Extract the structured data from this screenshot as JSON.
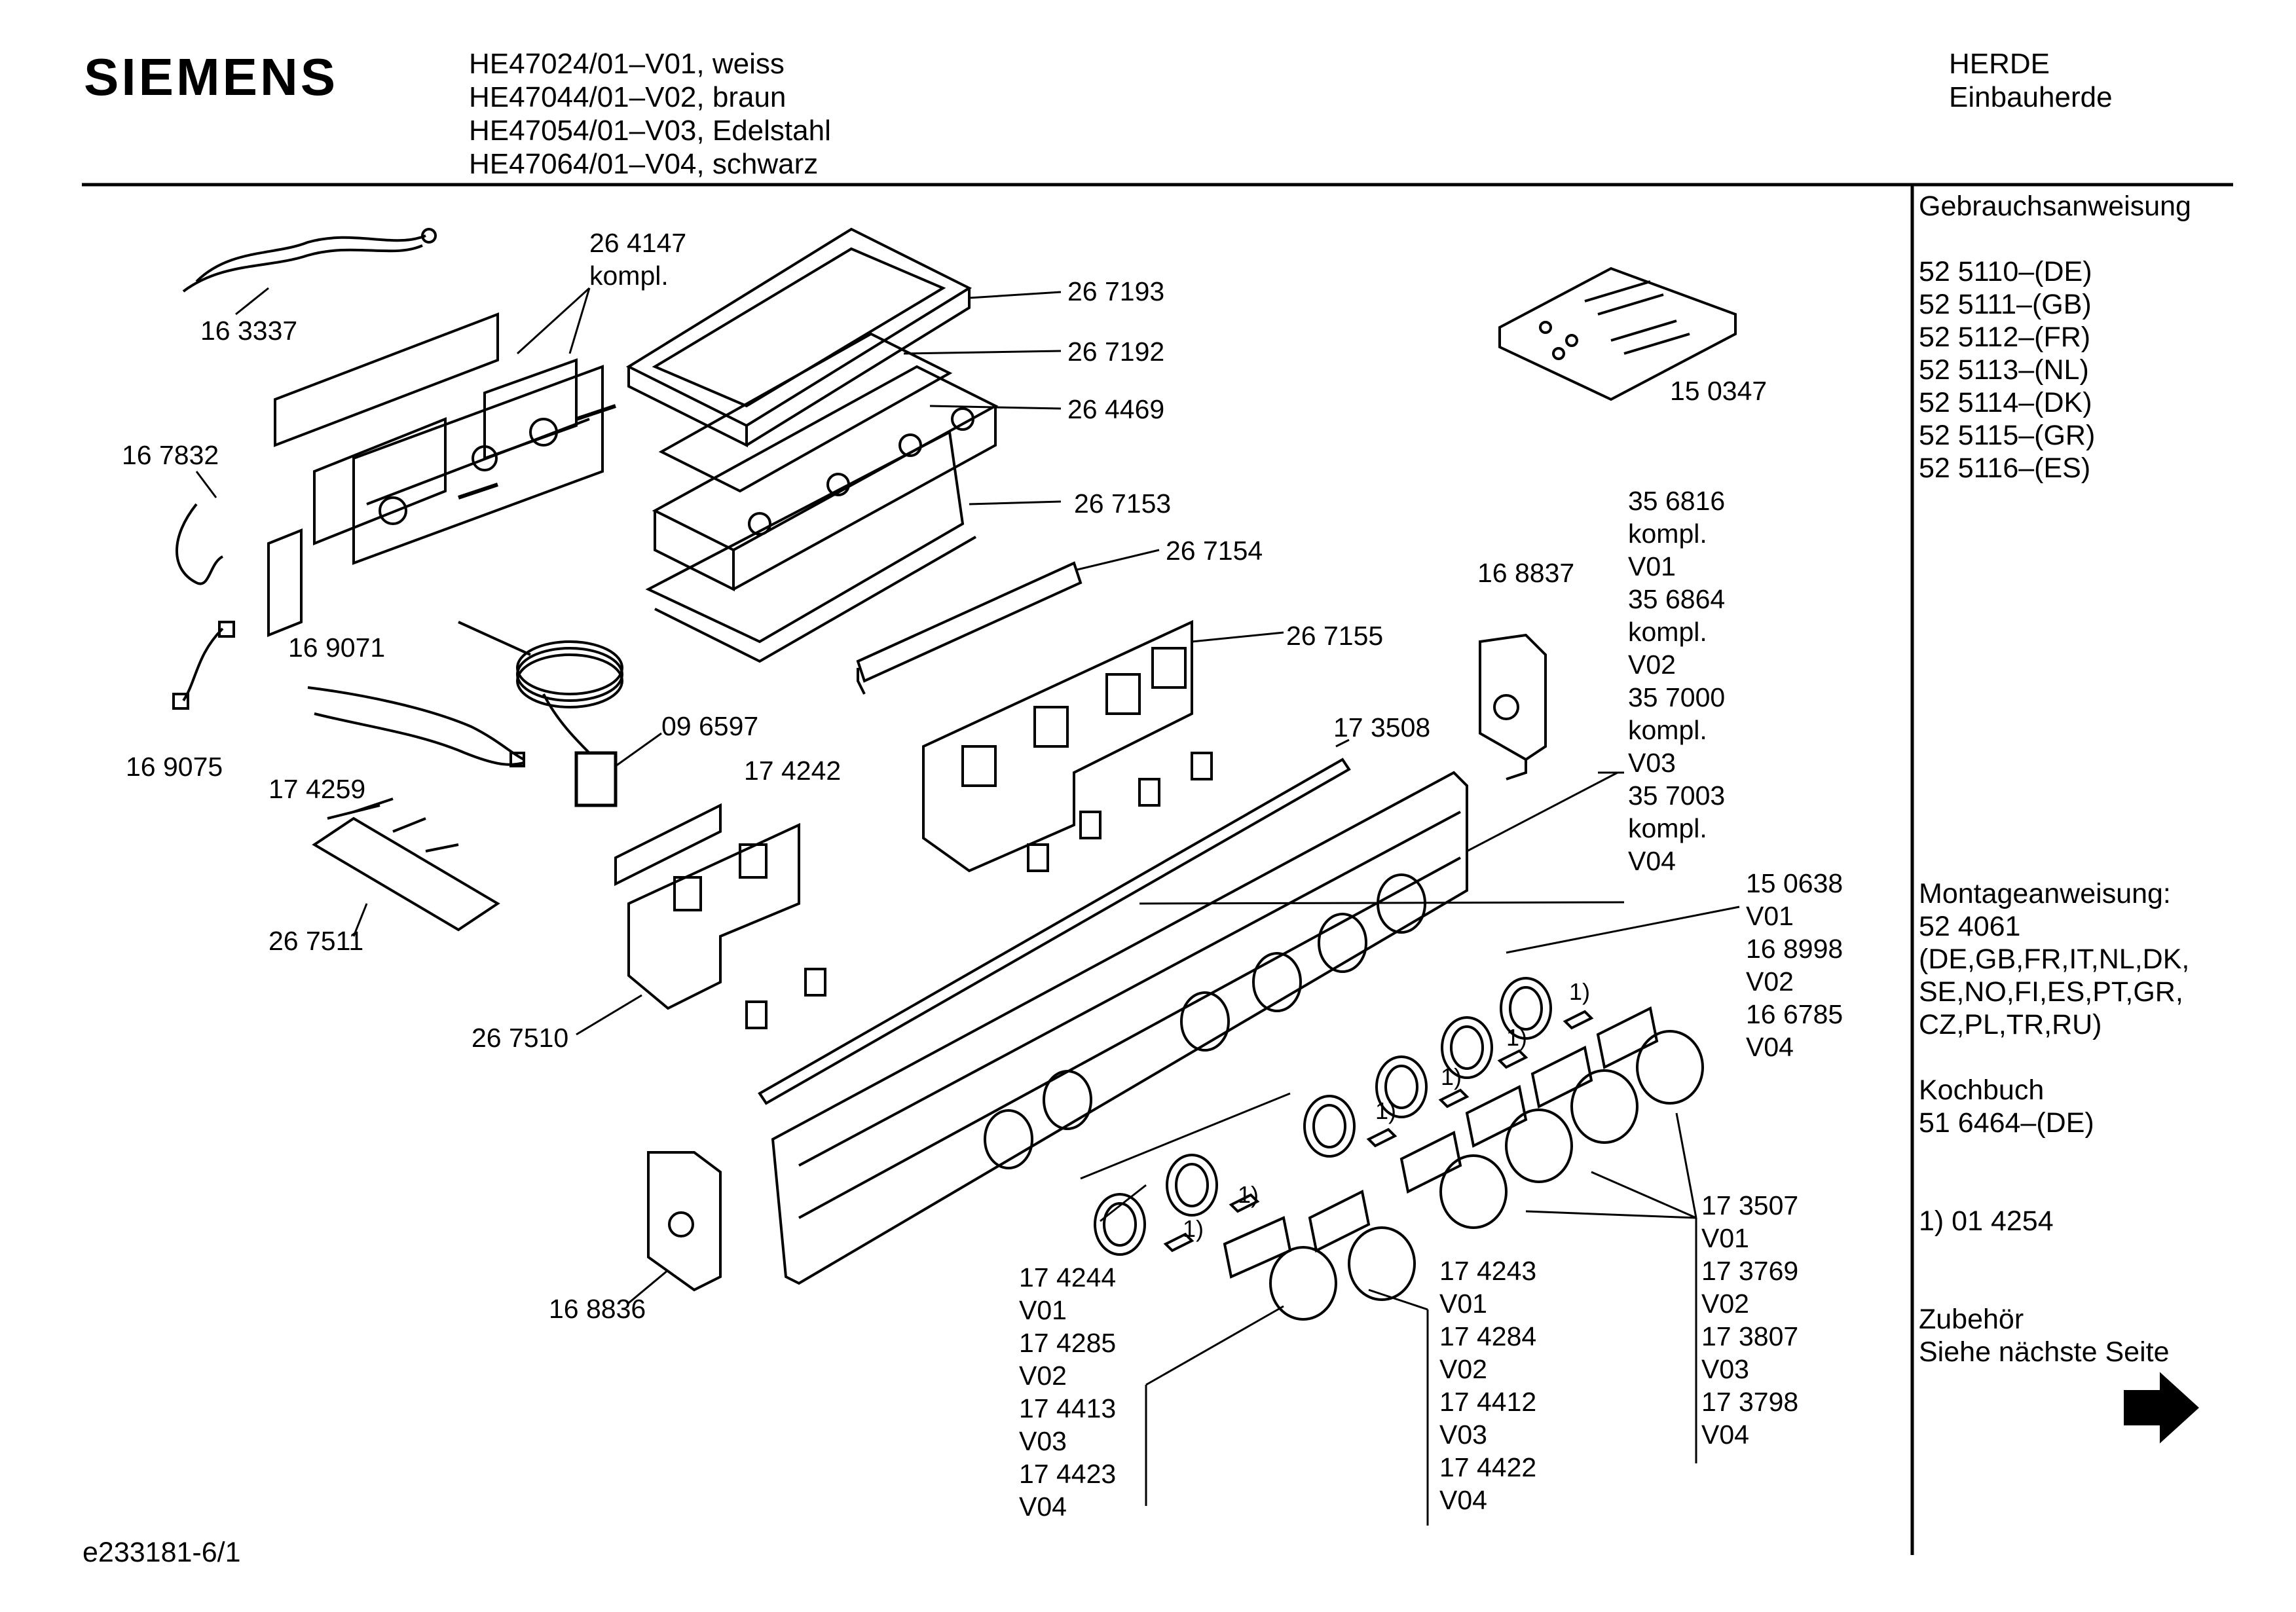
{
  "header": {
    "brand": "SIEMENS",
    "models": [
      "HE47024/01–V01, weiss",
      "HE47044/01–V02, braun",
      "HE47054/01–V03, Edelstahl",
      "HE47064/01–V04, schwarz"
    ],
    "category": "HERDE",
    "subcategory": "Einbauherde"
  },
  "sidebar": {
    "manuals_heading": "Gebrauchsanweisung",
    "manuals": [
      "52 5110–(DE)",
      "52 5111–(GB)",
      "52 5112–(FR)",
      "52 5113–(NL)",
      "52 5114–(DK)",
      "52 5115–(GR)",
      "52 5116–(ES)"
    ],
    "mounting_heading": "Montageanweisung:",
    "mounting_number": "52 4061",
    "mounting_langs": [
      "(DE,GB,FR,IT,NL,DK,",
      "SE,NO,FI,ES,PT,GR,",
      "CZ,PL,TR,RU)"
    ],
    "cookbook_heading": "Kochbuch",
    "cookbook_number": "51 6464–(DE)",
    "footnote": "1)  01 4254",
    "accessories_heading": "Zubehör",
    "accessories_note": "Siehe nächste Seite"
  },
  "parts": {
    "p163337": "16 3337",
    "p264147": "26 4147",
    "p264147_sub": "kompl.",
    "p267193": "26 7193",
    "p267192": "26 7192",
    "p264469": "26 4469",
    "p167832": "16 7832",
    "p267153": "26 7153",
    "p267154": "26 7154",
    "p169071": "16 9071",
    "p267155": "26 7155",
    "p169075": "16 9075",
    "p174259": "17 4259",
    "p096597": "09 6597",
    "p174242": "17 4242",
    "p173508": "17 3508",
    "p168837": "16 8837",
    "p150347": "15 0347",
    "p267511": "26 7511",
    "p267510": "26 7510",
    "p168836": "16 8836",
    "footnote_mark": "1)"
  },
  "stacks": {
    "panel": [
      "35 6816",
      "kompl.",
      "V01",
      "35 6864",
      "kompl.",
      "V02",
      "35 7000",
      "kompl.",
      "V03",
      "35 7003",
      "kompl.",
      "V04"
    ],
    "ring": [
      "15 0638",
      "V01",
      "16 8998",
      "V02",
      "16 6785",
      "V04"
    ],
    "knob_a": [
      "17 4244",
      "V01",
      "17 4285",
      "V02",
      "17 4413",
      "V03",
      "17 4423",
      "V04"
    ],
    "knob_b": [
      "17 4243",
      "V01",
      "17 4284",
      "V02",
      "17 4412",
      "V03",
      "17 4422",
      "V04"
    ],
    "knob_c": [
      "17 3507",
      "V01",
      "17 3769",
      "V02",
      "17 3807",
      "V03",
      "17 3798",
      "V04"
    ]
  },
  "footer": {
    "code": "e233181-6/1"
  }
}
